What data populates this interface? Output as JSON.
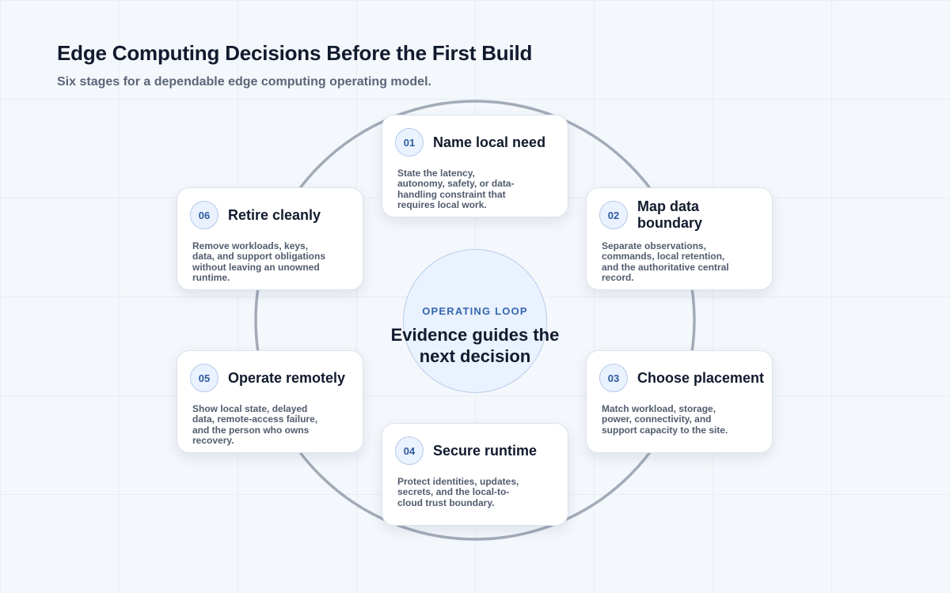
{
  "header": {
    "title": "Edge Computing Decisions Before the First Build",
    "subtitle": "Six stages for a dependable edge computing operating model."
  },
  "center": {
    "label": "OPERATING LOOP",
    "text": "Evidence guides the next decision"
  },
  "stages": [
    {
      "num": "01",
      "title": "Name local need",
      "text": "State the latency, autonomy, safety, or data-handling constraint that requires local work."
    },
    {
      "num": "02",
      "title": "Map data boundary",
      "text": "Separate observations, commands, local retention, and the authoritative central record."
    },
    {
      "num": "03",
      "title": "Choose placement",
      "text": "Match workload, storage, power, connectivity, and support capacity to the site."
    },
    {
      "num": "04",
      "title": "Secure runtime",
      "text": "Protect identities, updates, secrets, and the local-to-cloud trust boundary."
    },
    {
      "num": "05",
      "title": "Operate remotely",
      "text": "Show local state, delayed data, remote-access failure, and the person who owns recovery."
    },
    {
      "num": "06",
      "title": "Retire cleanly",
      "text": "Remove workloads, keys, data, and support obligations without leaving an unowned runtime."
    }
  ],
  "colors": {
    "accent": "#3566b0",
    "ring": "#a3abb8",
    "center_fill": "#eaf2ff"
  }
}
